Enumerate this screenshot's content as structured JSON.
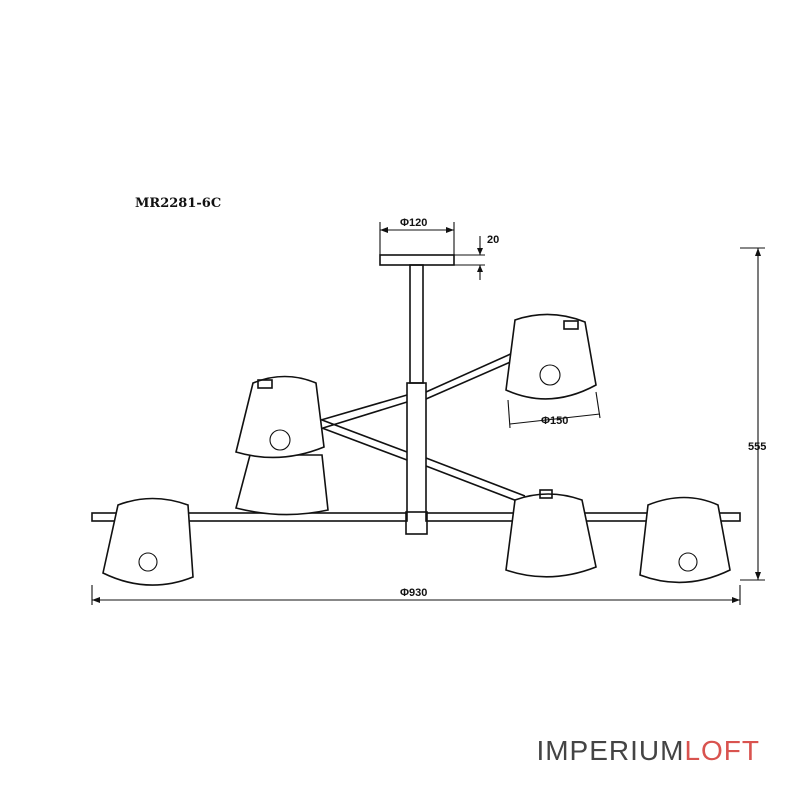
{
  "model_code": "MR2281-6C",
  "dimensions": {
    "canopy_diameter": "Φ120",
    "canopy_height": "20",
    "shade_diameter": "Φ150",
    "overall_height": "555",
    "overall_diameter": "Φ930"
  },
  "brand": {
    "part1": "IMPERIUM",
    "part2": "LOFT",
    "color1": "#444444",
    "color2": "#d9534f"
  }
}
